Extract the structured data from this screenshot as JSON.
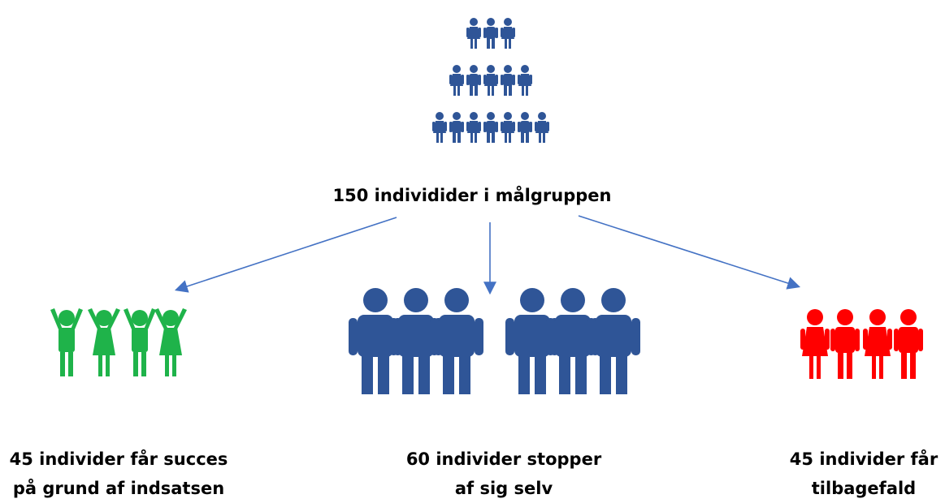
{
  "colors": {
    "population": "#2f5597",
    "success": "#1fb34a",
    "self_stop": "#2f5597",
    "relapse": "#ff0000",
    "arrow": "#4472c4"
  },
  "icons": {
    "population": "people-pyramid-icon",
    "success": "cheering-group-icon",
    "self_stop": "men-group-icon",
    "relapse": "couples-group-icon"
  },
  "top": {
    "label": "150 individider i målgruppen"
  },
  "groups": [
    {
      "line1": "45 individer får succes",
      "line2": "på grund af indsatsen"
    },
    {
      "line1": "60 individer stopper",
      "line2": "af sig selv"
    },
    {
      "line1": "45 individer får",
      "line2": "tilbagefald"
    }
  ]
}
